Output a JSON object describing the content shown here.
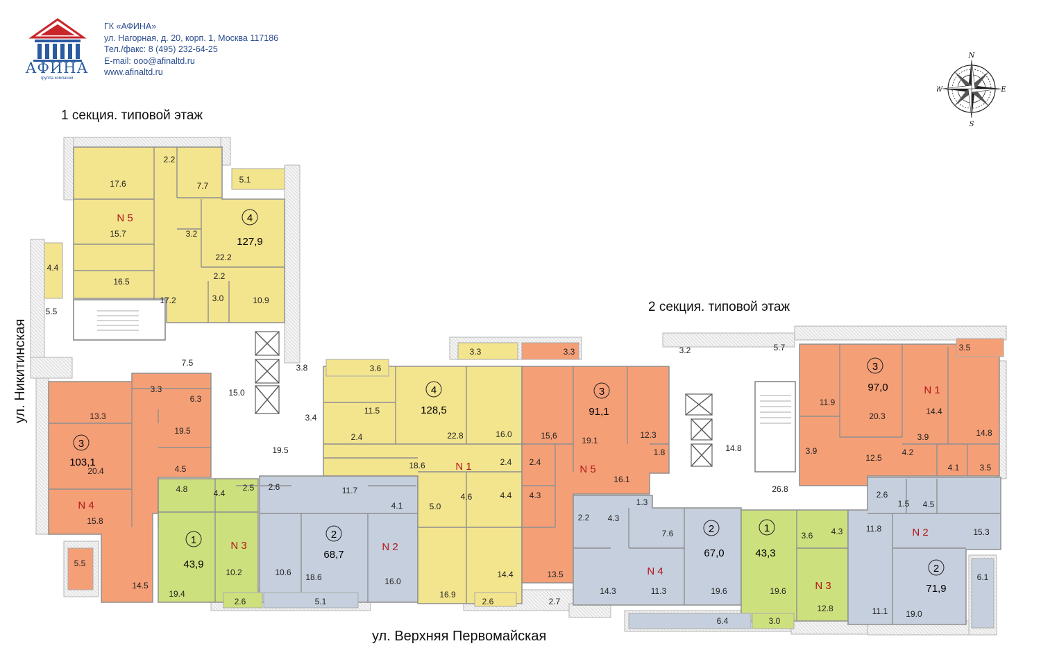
{
  "company": {
    "logo_name": "АФИНА",
    "logo_sub": "группа компаний",
    "name": "ГК «АФИНА»",
    "address": "ул. Нагорная, д. 20, корп. 1, Москва 117186",
    "phone": "Тел./факс: 8 (495) 232-64-25",
    "email": "E-mail: ooo@afinaltd.ru",
    "website": "www.afinaltd.ru"
  },
  "compass": {
    "n": "N",
    "s": "S",
    "e": "E",
    "w": "W"
  },
  "section1_title": "1 секция. типовой этаж",
  "section2_title": "2 секция. типовой этаж",
  "street_left": "ул. Никитинская",
  "street_bottom": "ул. Верхняя Первомайская",
  "colors": {
    "four_room": "#f3e48e",
    "three_room": "#f59f77",
    "two_room": "#c6cfdd",
    "one_room": "#cde07e",
    "walls": "#9a9a9a",
    "balcony_border": "#aaaaaa",
    "apt_number": "#b3161a"
  },
  "apartments": [
    {
      "id": "s1-n5",
      "rooms": "4",
      "area": "127,9",
      "number": "N 5"
    },
    {
      "id": "s1-n4",
      "rooms": "3",
      "area": "103,1",
      "number": "N 4"
    },
    {
      "id": "s1-n3",
      "rooms": "1",
      "area": "43,9",
      "number": "N 3"
    },
    {
      "id": "s1-n2",
      "rooms": "2",
      "area": "68,7",
      "number": "N 2"
    },
    {
      "id": "s1-n1",
      "rooms": "4",
      "area": "128,5",
      "number": "N 1"
    },
    {
      "id": "s2-n5",
      "rooms": "3",
      "area": "91,1",
      "number": "N 5"
    },
    {
      "id": "s2-n4",
      "rooms": "2",
      "area": "67,0",
      "number": "N 4"
    },
    {
      "id": "s2-n3",
      "rooms": "1",
      "area": "43,3",
      "number": "N 3"
    },
    {
      "id": "s2-n2",
      "rooms": "2",
      "area": "71,9",
      "number": "N 2"
    },
    {
      "id": "s2-n1",
      "rooms": "3",
      "area": "97,0",
      "number": "N 1"
    }
  ],
  "room_labels": [
    "17.6",
    "2.2",
    "7.7",
    "5.1",
    "15.7",
    "3.2",
    "22.2",
    "16.5",
    "2.2",
    "17.2",
    "3.0",
    "10.9",
    "4.4",
    "5.5",
    "7.5",
    "3.8",
    "15.0",
    "3.4",
    "19.5",
    "3.3",
    "6.3",
    "13.3",
    "19.5",
    "20.4",
    "4.5",
    "15.8",
    "14.5",
    "5.5",
    "4.8",
    "4.4",
    "2.5",
    "10.2",
    "19.4",
    "2.6",
    "2.6",
    "11.7",
    "4.1",
    "10.6",
    "18.6",
    "16.0",
    "5.1",
    "3.3",
    "3.3",
    "3.6",
    "11.5",
    "2.4",
    "22.8",
    "16.0",
    "18.6",
    "2.4",
    "5.0",
    "4.6",
    "4.4",
    "16.9",
    "14.4",
    "2.6",
    "2.7",
    "15,6",
    "19.1",
    "12.3",
    "1.8",
    "2.4",
    "4.3",
    "16.1",
    "13.5",
    "3.2",
    "5.7",
    "14.8",
    "26.8",
    "2.2",
    "4.3",
    "1.3",
    "7.6",
    "14.3",
    "11.3",
    "19.6",
    "6.4",
    "3.6",
    "4.3",
    "19.6",
    "12.8",
    "3.0",
    "3.5",
    "11.9",
    "20.3",
    "14.4",
    "3.9",
    "14.8",
    "3.9",
    "12.5",
    "4.2",
    "4.1",
    "3.5",
    "2.6",
    "1.5",
    "4.5",
    "11.8",
    "15.3",
    "11.1",
    "19.0",
    "6.1"
  ]
}
